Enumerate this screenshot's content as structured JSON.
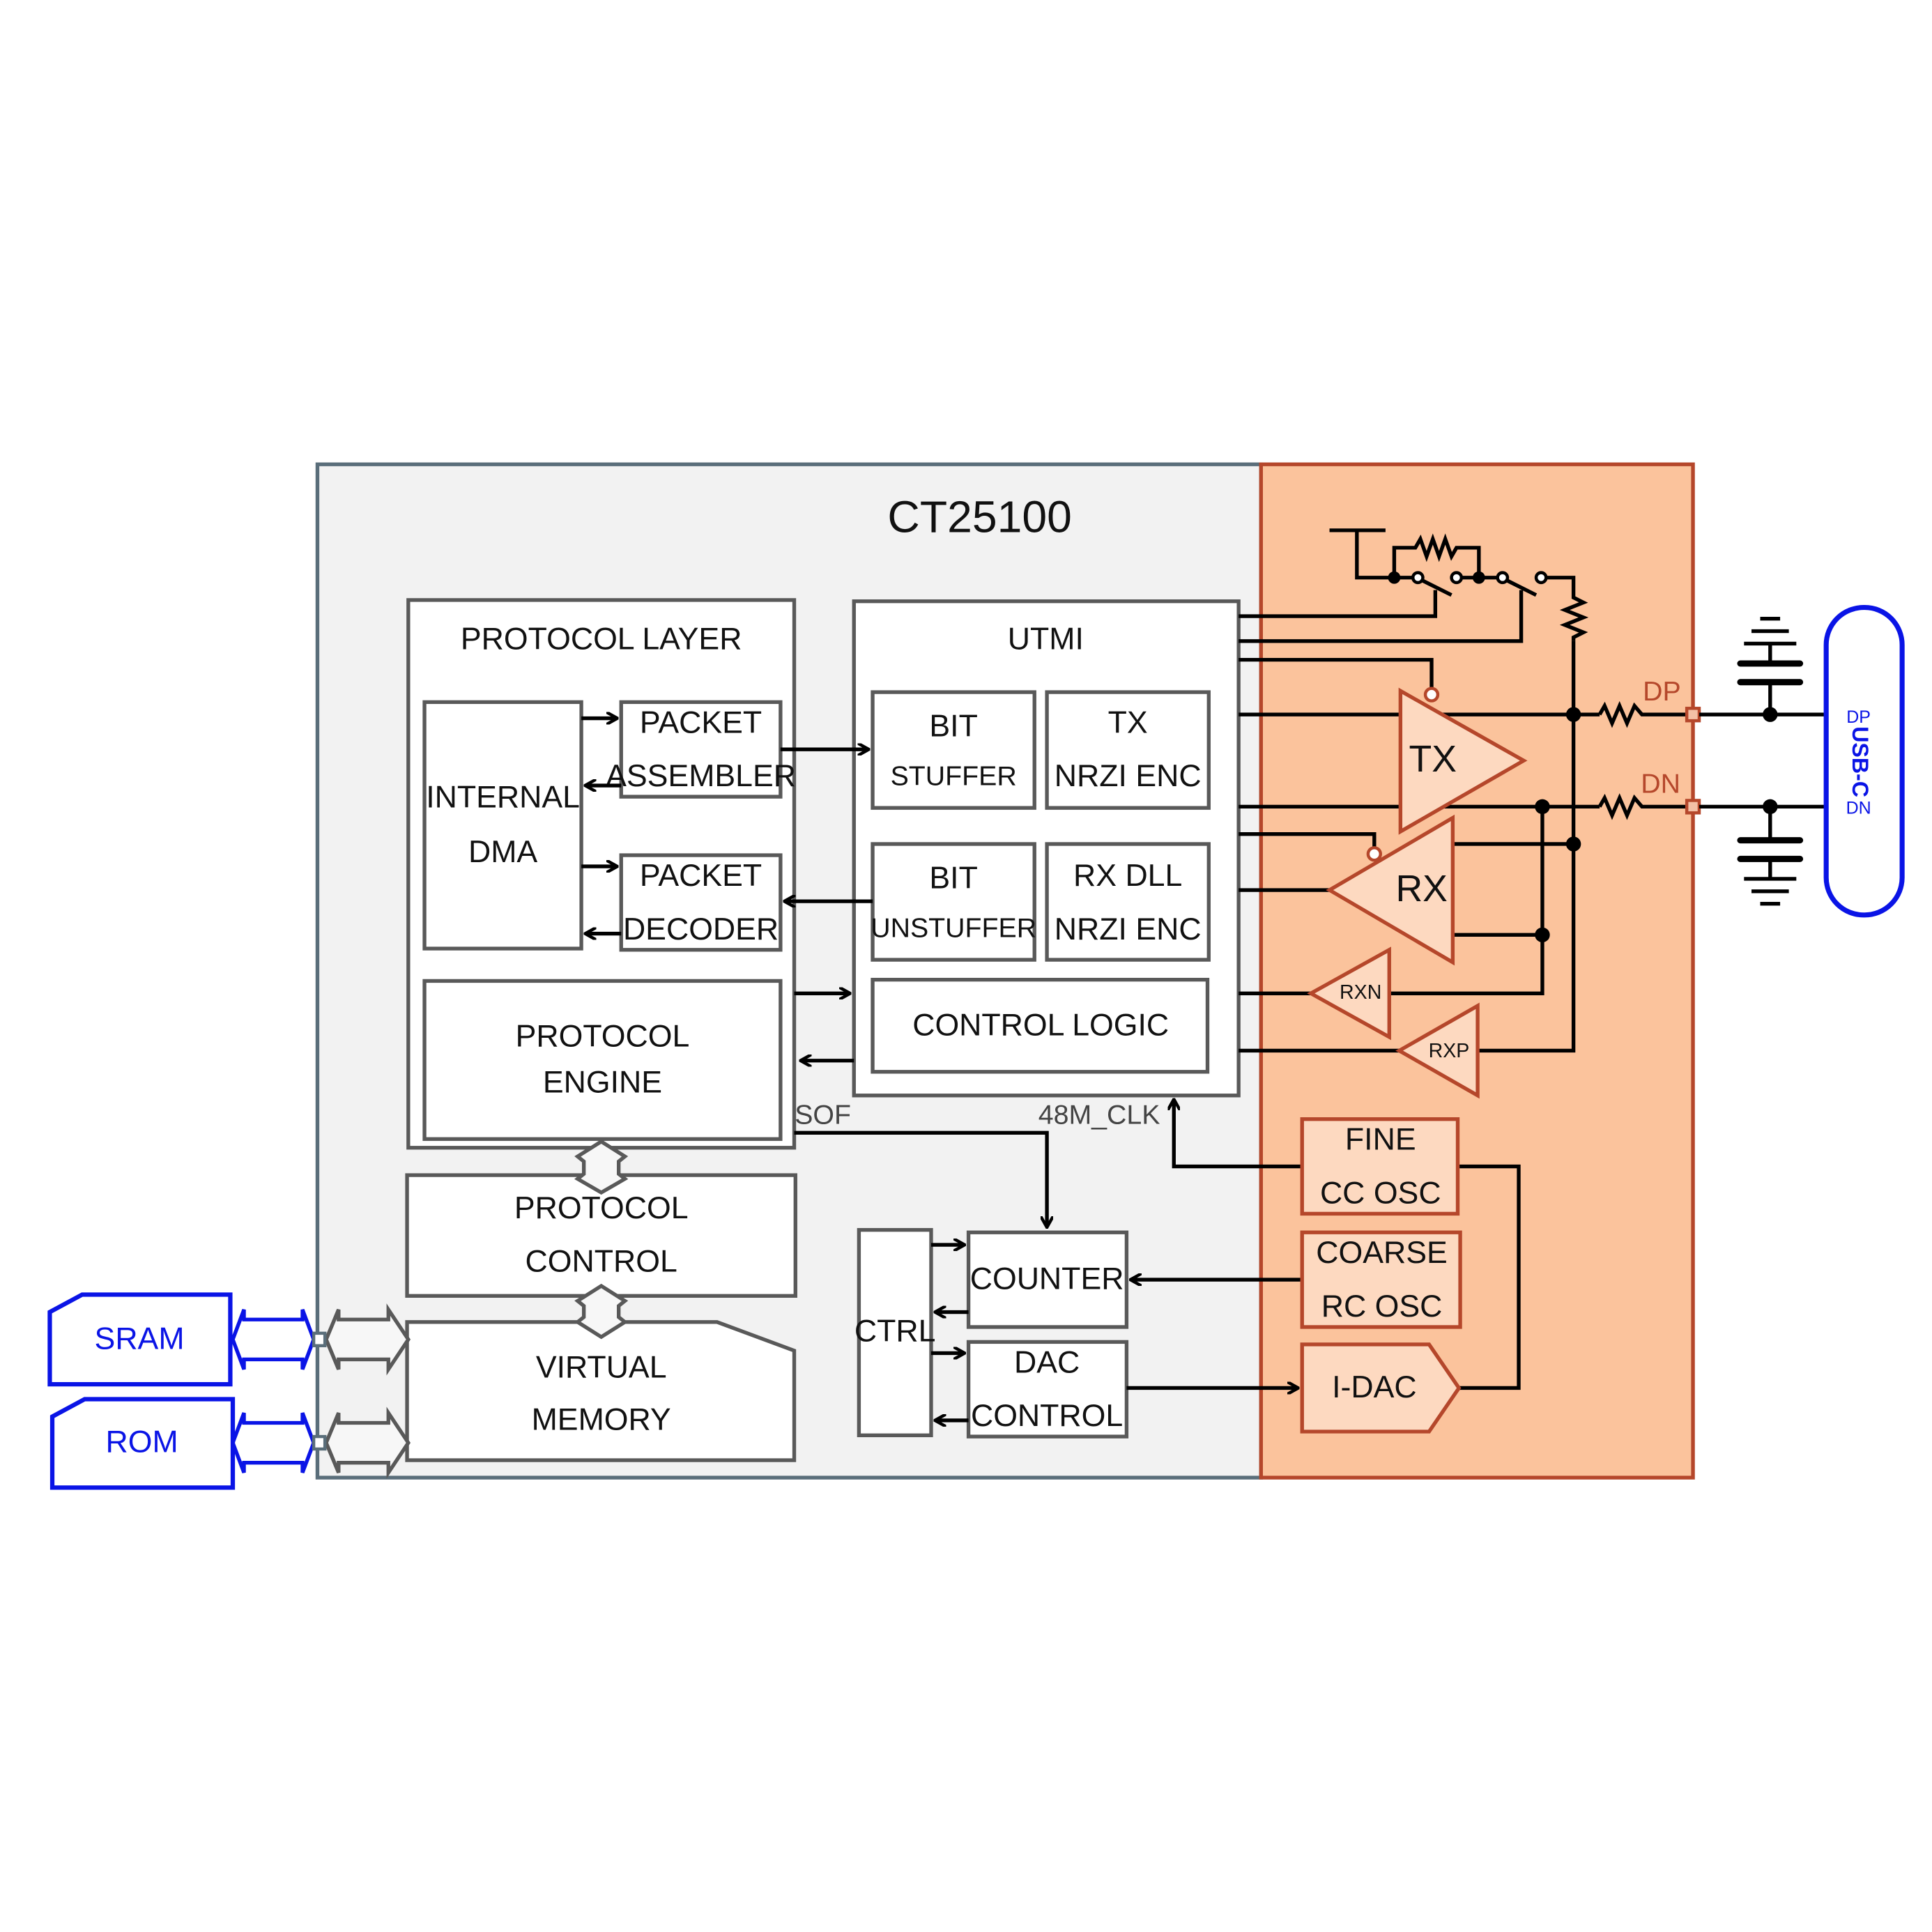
{
  "title": "CT25100",
  "protocol_layer": {
    "label": "PROTOCOL LAYER",
    "internal_dma": [
      "INTERNAL",
      "DMA"
    ],
    "packet_assembler": [
      "PACKET",
      "ASSEMBLER"
    ],
    "packet_decoder": [
      "PACKET",
      "DECODER"
    ],
    "protocol_engine": [
      "PROTOCOL",
      "ENGINE"
    ]
  },
  "utmi": {
    "label": "UTMI",
    "bit_stuffer": [
      "BIT",
      "STUFFER"
    ],
    "tx_nrzi": [
      "TX",
      "NRZI ENC"
    ],
    "bit_unstuffer": [
      "BIT",
      "UNSTUFFER"
    ],
    "rx_dll": [
      "RX DLL",
      "NRZI ENC"
    ],
    "control_logic": "CONTROL LOGIC"
  },
  "protocol_control": [
    "PROTOCOL",
    "CONTROL"
  ],
  "virtual_memory": [
    "VIRTUAL",
    "MEMORY"
  ],
  "ctrl": "CTRL",
  "counter": "COUNTER",
  "dac_control": [
    "DAC",
    "CONTROL"
  ],
  "signals": {
    "sof": "SOF",
    "clk": "48M_CLK",
    "dp": "DP",
    "dn": "DN"
  },
  "analog": {
    "tx": "TX",
    "rx": "RX",
    "rxn": "RXN",
    "rxp": "RXP",
    "fine_osc": [
      "FINE",
      "CC OSC"
    ],
    "coarse_osc": [
      "COARSE",
      "RC OSC"
    ],
    "idac": "I-DAC"
  },
  "external": {
    "sram": "SRAM",
    "rom": "ROM",
    "usb_c": {
      "label": "USB-C",
      "dp": "DP",
      "dn": "DN"
    }
  },
  "colors": {
    "analog_fill": "#fbc39c",
    "analog_border": "#b5472b",
    "digital_fill": "#f2f2f2",
    "external": "#0a14e6"
  }
}
